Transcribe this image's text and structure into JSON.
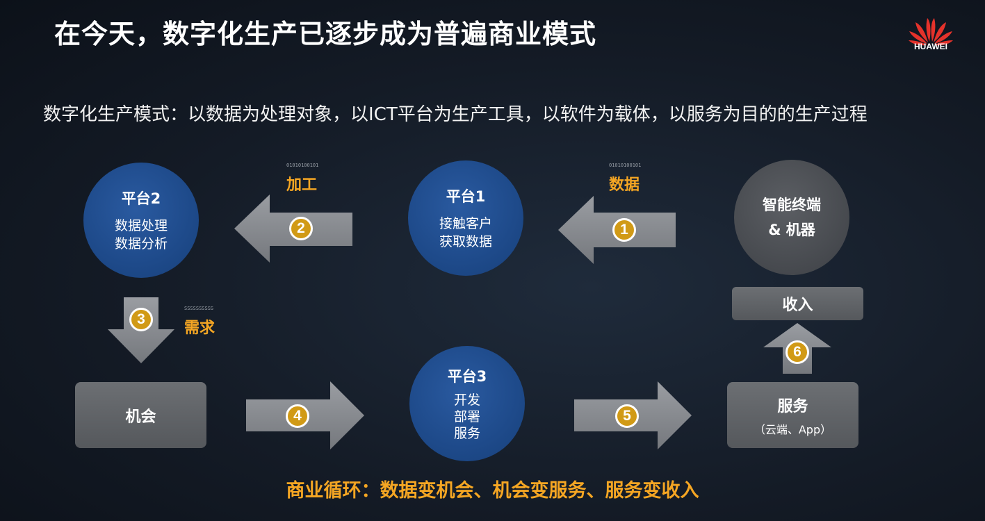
{
  "title": "在今天，数字化生产已逐步成为普遍商业模式",
  "logo_text": "HUAWEI",
  "subtitle": "数字化生产模式：以数据为处理对象，以ICT平台为生产工具，以软件为载体，以服务为目的的生产过程",
  "nodes": {
    "platform2": {
      "title": "平台2",
      "lines": [
        "数据处理",
        "数据分析"
      ]
    },
    "platform1": {
      "title": "平台1",
      "lines": [
        "接触客户",
        "获取数据"
      ]
    },
    "terminal": {
      "lines": [
        "智能终端",
        "& 机器"
      ]
    },
    "income": {
      "label": "收入"
    },
    "opportunity": {
      "label": "机会"
    },
    "platform3": {
      "title": "平台3",
      "lines": [
        "开发",
        "部署",
        "服务"
      ]
    },
    "service": {
      "label": "服务",
      "sub": "（云端、App）"
    }
  },
  "steps": [
    "1",
    "2",
    "3",
    "4",
    "5",
    "6"
  ],
  "labels": {
    "process": "加工",
    "data": "数据",
    "demand": "需求"
  },
  "binary": {
    "process": "01010100101",
    "data": "01010100101",
    "demand": "SSSSSSSSSS"
  },
  "bottom": "商业循环：数据变机会、机会变服务、服务变收入",
  "colors": {
    "accent": "#f5a623",
    "badge": "#d19a16",
    "blue_node": "#1e4a8a",
    "gray_node": "#46494e",
    "arrow": "#8a8d92"
  }
}
